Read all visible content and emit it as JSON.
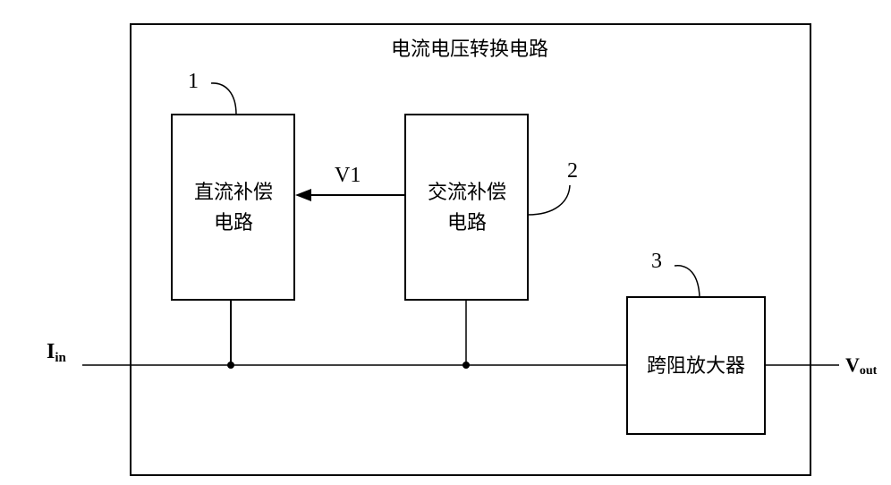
{
  "diagram": {
    "title": "电流电压转换电路",
    "blocks": [
      {
        "id": "1",
        "line1": "直流补偿",
        "line2": "电路"
      },
      {
        "id": "2",
        "line1": "交流补偿",
        "line2": "电路"
      },
      {
        "id": "3",
        "line1": "跨阻放大器",
        "line2": ""
      }
    ],
    "signal_v1": "V1",
    "input": {
      "main": "I",
      "sub": "in"
    },
    "output": {
      "main": "V",
      "sub": "out"
    },
    "colors": {
      "stroke": "#000000",
      "background": "#ffffff"
    }
  }
}
